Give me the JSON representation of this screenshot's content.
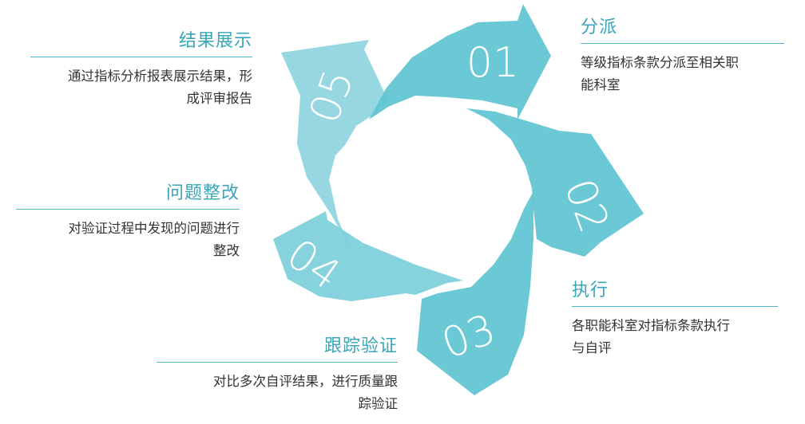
{
  "steps": [
    {
      "number": "01",
      "title": "分派",
      "desc_lines": [
        "等级指标条款分派至相关职",
        "能科室"
      ]
    },
    {
      "number": "02",
      "title": "执行",
      "desc_lines": [
        "各职能科室对指标条款执行",
        "与自评"
      ]
    },
    {
      "number": "03",
      "title": "跟踪验证",
      "desc_lines": [
        "对比多次自评结果，进行质量跟",
        "踪验证"
      ]
    },
    {
      "number": "04",
      "title": "问题整改",
      "desc_lines": [
        "对验证过程中发现的问题进行",
        "整改"
      ]
    },
    {
      "number": "05",
      "title": "结果展示",
      "desc_lines": [
        "通过指标分析报表展示结果，形",
        "成评审报告"
      ]
    }
  ],
  "colors": {
    "title": "#3aa6b9",
    "rule": "#4db8c8",
    "text": "#333333",
    "arrow_01": "#5ec4d2",
    "arrow_02": "#5ec4d2",
    "arrow_03": "#5ec4d2",
    "arrow_04": "#7ccfdb",
    "arrow_05": "#8dd4df"
  }
}
